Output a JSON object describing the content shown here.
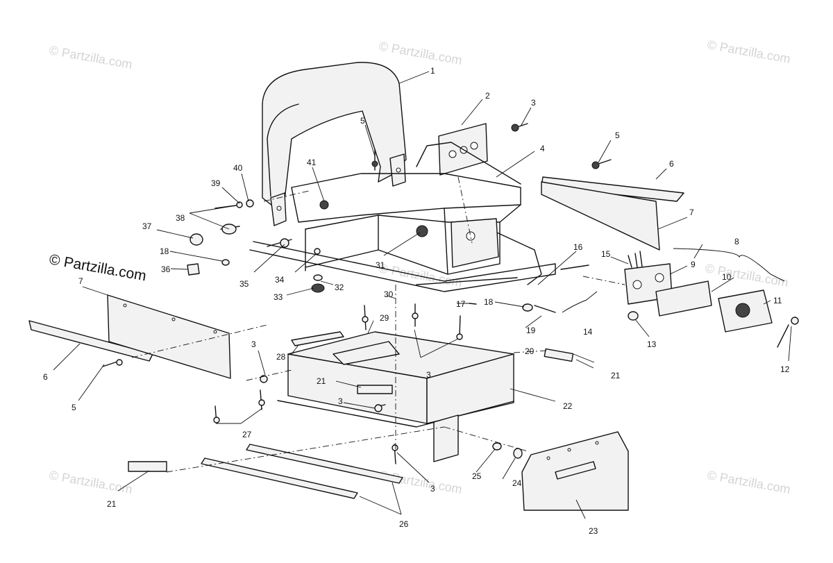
{
  "watermarks": {
    "primary": "© Partzilla.com",
    "faded": "© Partzilla.com"
  },
  "callouts": {
    "c1": "1",
    "c2": "2",
    "c3a": "3",
    "c3b": "3",
    "c3c": "3",
    "c3d": "3",
    "c3e": "3",
    "c4": "4",
    "c5a": "5",
    "c5b": "5",
    "c5c": "5",
    "c6a": "6",
    "c6b": "6",
    "c7a": "7",
    "c7b": "7",
    "c8": "8",
    "c9": "9",
    "c10": "10",
    "c11": "11",
    "c12": "12",
    "c13": "13",
    "c14": "14",
    "c15": "15",
    "c16": "16",
    "c17": "17",
    "c18a": "18",
    "c18b": "18",
    "c19": "19",
    "c20": "20",
    "c21a": "21",
    "c21b": "21",
    "c21c": "21",
    "c22": "22",
    "c23": "23",
    "c24": "24",
    "c25": "25",
    "c26": "26",
    "c27": "27",
    "c28": "28",
    "c29": "29",
    "c30": "30",
    "c31": "31",
    "c32": "32",
    "c33": "33",
    "c34": "34",
    "c35": "35",
    "c36": "36",
    "c37": "37",
    "c38": "38",
    "c39": "39",
    "c40": "40",
    "c41": "41"
  }
}
